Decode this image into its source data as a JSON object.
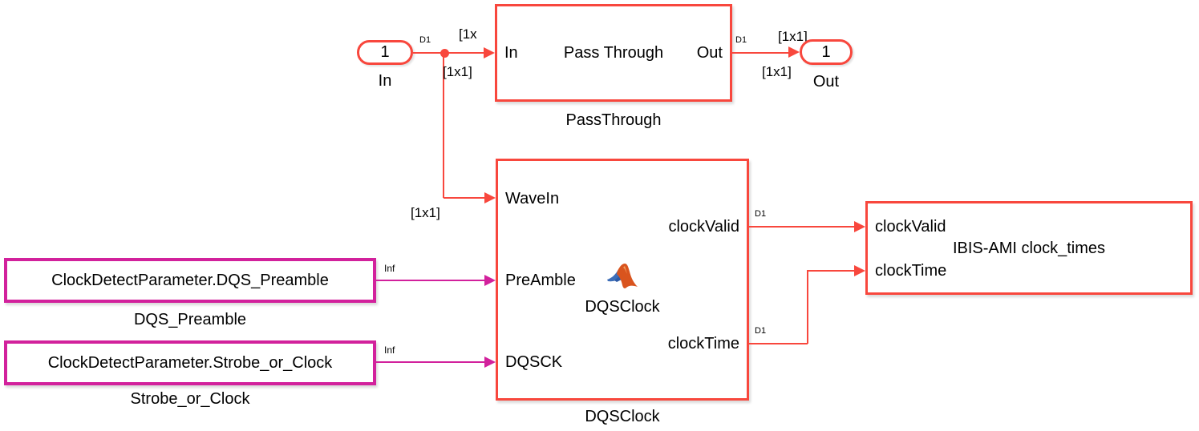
{
  "colors": {
    "discrete_sample_time_red": "#F8473D",
    "inf_sample_time_magenta": "#D2219C",
    "text": "#000000",
    "canvas": "#FFFFFF"
  },
  "blocks": {
    "inport": {
      "number": "1",
      "name": "In"
    },
    "outport": {
      "number": "1",
      "name": "Out"
    },
    "passthrough": {
      "port_in": "In",
      "title": "Pass Through",
      "port_out": "Out",
      "name": "PassThrough"
    },
    "dqsclock": {
      "port_wavein": "WaveIn",
      "port_preamble": "PreAmble",
      "port_dqsck": "DQSCK",
      "port_clockvalid": "clockValid",
      "port_clocktime": "clockTime",
      "icon_caption": "DQSClock",
      "name": "DQSClock"
    },
    "preamble_param": {
      "expression": "ClockDetectParameter.DQS_Preamble",
      "name": "DQS_Preamble"
    },
    "strobe_param": {
      "expression": "ClockDetectParameter.Strobe_or_Clock",
      "name": "Strobe_or_Clock"
    },
    "ibis": {
      "port_clockvalid": "clockValid",
      "title": "IBIS-AMI clock_times",
      "port_clocktime": "clockTime"
    }
  },
  "annotations": {
    "in_rate": "D1",
    "pt_in_dim_top": "[1x",
    "pt_in_dim_bottom": "[1x1]",
    "pt_out_rate": "D1",
    "out_dim_top": "[1x1]",
    "out_dim_bottom": "[1x1]",
    "wavein_dim": "[1x1]",
    "preamble_rate": "Inf",
    "dqsck_rate": "Inf",
    "clockvalid_rate": "D1",
    "clocktime_rate": "D1"
  }
}
